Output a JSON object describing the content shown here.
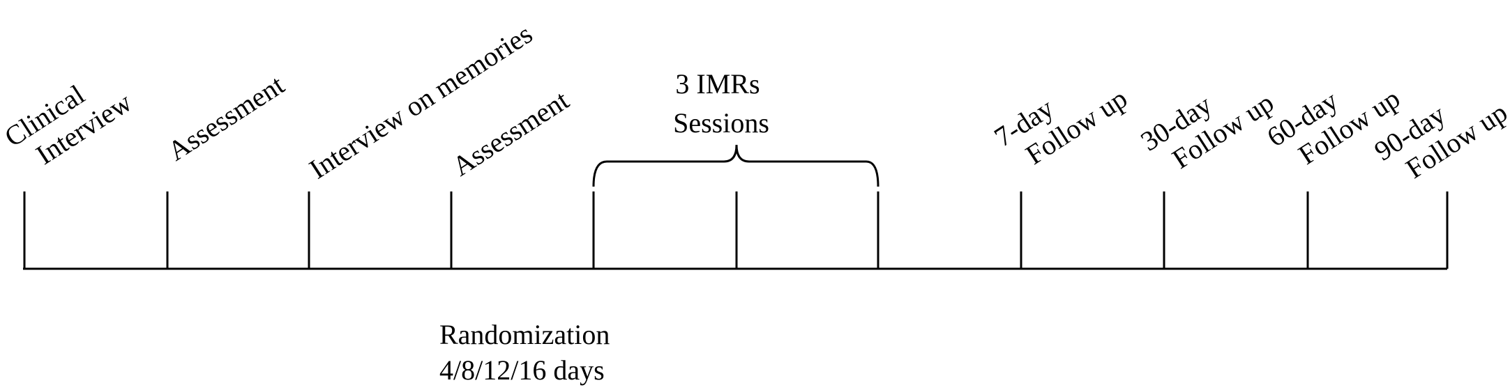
{
  "timeline": {
    "milestones": [
      {
        "lines": [
          "Clinical",
          "Interview"
        ]
      },
      {
        "lines": [
          "Assessment"
        ]
      },
      {
        "lines": [
          "Interview on memories"
        ]
      },
      {
        "lines": [
          "Assessment"
        ]
      },
      {
        "lines": []
      },
      {
        "lines": []
      },
      {
        "lines": []
      },
      {
        "lines": [
          "7-day",
          "Follow up"
        ]
      },
      {
        "lines": [
          "30-day",
          "Follow up"
        ]
      },
      {
        "lines": [
          "60-day",
          "Follow up"
        ]
      },
      {
        "lines": [
          "90-day",
          "Follow up"
        ]
      }
    ],
    "sessions_label": [
      "3 IMRs",
      "Sessions"
    ],
    "randomization_label": [
      "Randomization",
      "4/8/12/16 days"
    ]
  }
}
